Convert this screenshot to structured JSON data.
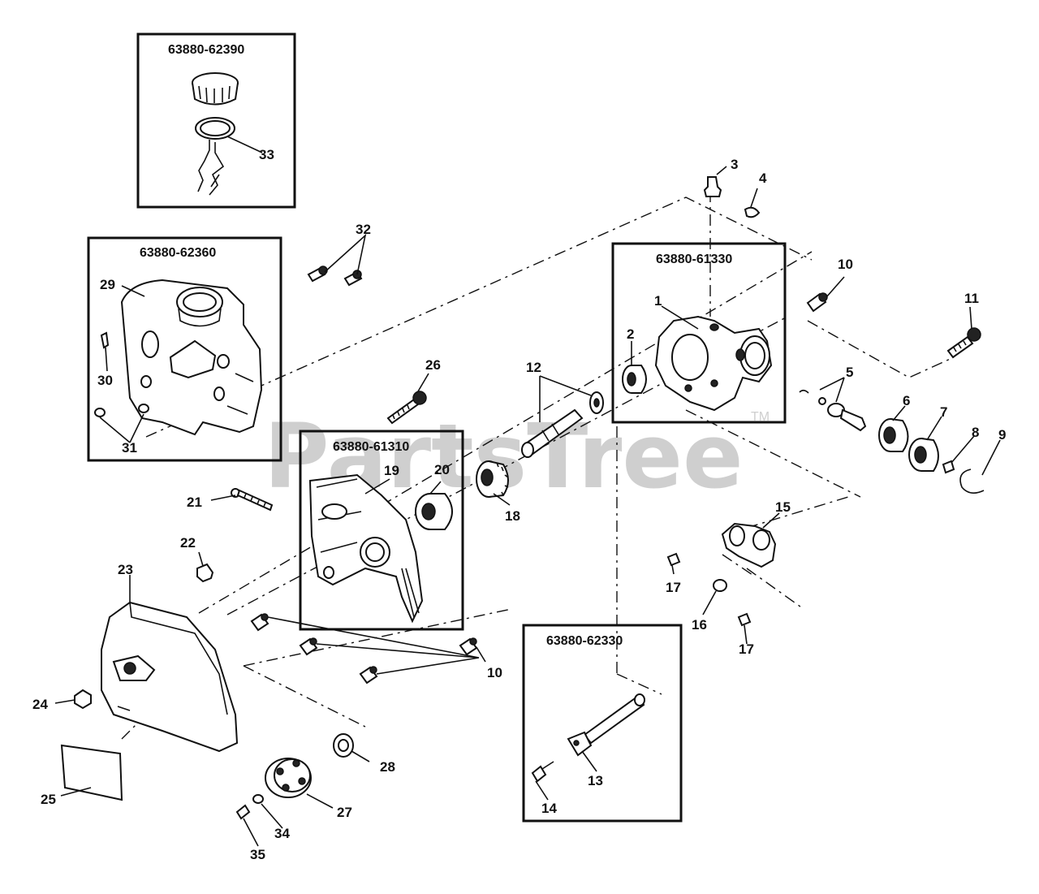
{
  "watermark": {
    "text": "PartsTree",
    "tm": "TM"
  },
  "boxes": {
    "b1": "63880-62390",
    "b2": "63880-62360",
    "b3": "63880-61310",
    "b4": "63880-61330",
    "b5": "63880-62330"
  },
  "callouts": {
    "c1": "1",
    "c2": "2",
    "c3": "3",
    "c4": "4",
    "c5": "5",
    "c6": "6",
    "c7": "7",
    "c8": "8",
    "c9": "9",
    "c10a": "10",
    "c10b": "10",
    "c11": "11",
    "c12": "12",
    "c13": "13",
    "c14": "14",
    "c15": "15",
    "c16": "16",
    "c17a": "17",
    "c17b": "17",
    "c18": "18",
    "c19": "19",
    "c20": "20",
    "c21": "21",
    "c22": "22",
    "c23": "23",
    "c24": "24",
    "c25": "25",
    "c26": "26",
    "c27": "27",
    "c28": "28",
    "c29": "29",
    "c30": "30",
    "c31": "31",
    "c32": "32",
    "c33": "33",
    "c34": "34",
    "c35": "35"
  }
}
